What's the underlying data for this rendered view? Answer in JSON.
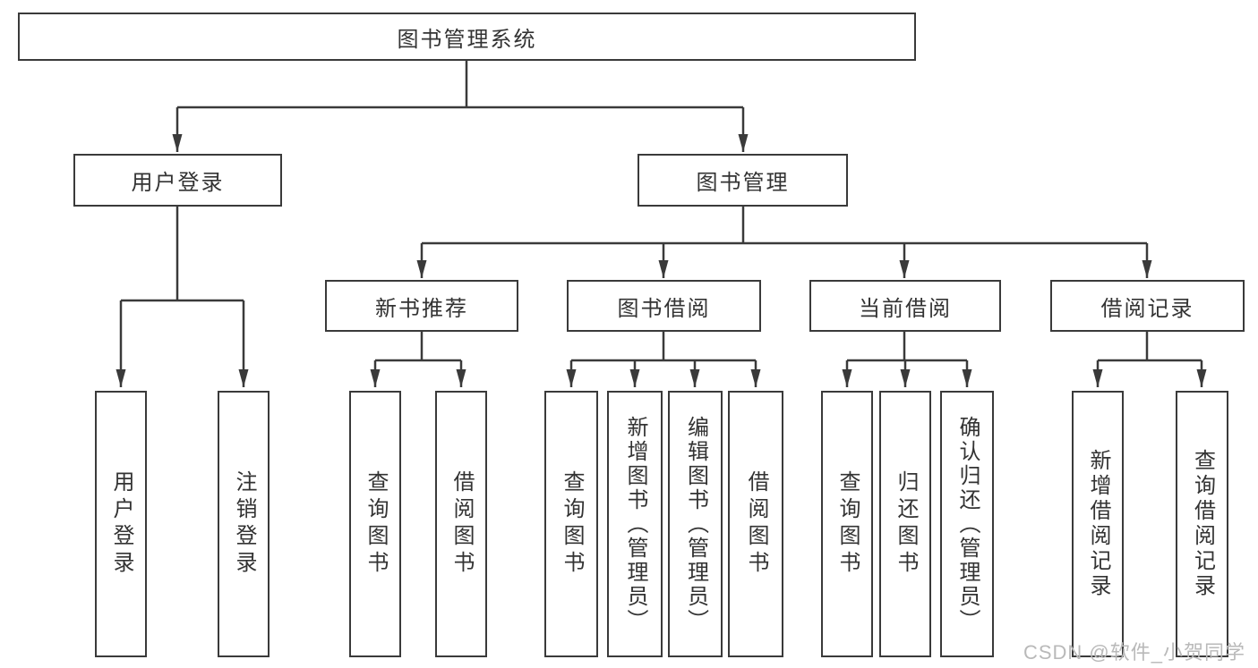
{
  "diagram": {
    "root": {
      "label": "图书管理系统"
    },
    "level2": [
      {
        "id": "user-login",
        "label": "用户登录"
      },
      {
        "id": "book-management",
        "label": "图书管理"
      }
    ],
    "level3": [
      {
        "id": "new-book-recommend",
        "label": "新书推荐"
      },
      {
        "id": "book-borrow",
        "label": "图书借阅"
      },
      {
        "id": "current-borrow",
        "label": "当前借阅"
      },
      {
        "id": "borrow-records",
        "label": "借阅记录"
      }
    ],
    "leaves": [
      {
        "group": "user-login",
        "label": "用户登录"
      },
      {
        "group": "user-login",
        "label": "注销登录"
      },
      {
        "group": "new-book-recommend",
        "label": "查询图书"
      },
      {
        "group": "new-book-recommend",
        "label": "借阅图书"
      },
      {
        "group": "book-borrow",
        "label": "查询图书"
      },
      {
        "group": "book-borrow",
        "label": "新增图书（管理员）"
      },
      {
        "group": "book-borrow",
        "label": "编辑图书（管理员）"
      },
      {
        "group": "book-borrow",
        "label": "借阅图书"
      },
      {
        "group": "current-borrow",
        "label": "查询图书"
      },
      {
        "group": "current-borrow",
        "label": "归还图书"
      },
      {
        "group": "current-borrow",
        "label": "确认归还（管理员）"
      },
      {
        "group": "borrow-records",
        "label": "新增借阅记录"
      },
      {
        "group": "borrow-records",
        "label": "查询借阅记录"
      }
    ],
    "watermark": "CSDN @软件_小贺同学",
    "colors": {
      "line": "#3a3a3a",
      "text": "#333333",
      "background": "#ffffff",
      "watermark": "#b9b9b9"
    }
  }
}
